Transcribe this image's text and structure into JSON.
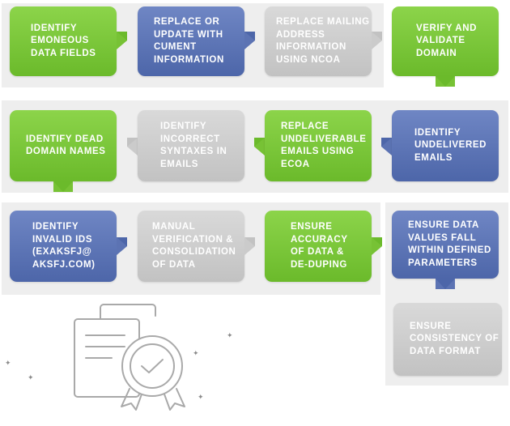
{
  "steps": [
    {
      "id": "identify-erroneous",
      "label": "IDENTIFY\nEMONEOUS\nDATA FIELDS",
      "color": "green"
    },
    {
      "id": "replace-update",
      "label": "REPLACE OR\nUPDATE WITH\nCUMENT\nINFORMATION",
      "color": "blue"
    },
    {
      "id": "replace-mailing",
      "label": "REPLACE MAILING\nADDRESS\nINFORMATION\nUSING NCOA",
      "color": "gray"
    },
    {
      "id": "verify-domain",
      "label": "VERIFY AND\nVALIDATE\nDOMAIN",
      "color": "green"
    },
    {
      "id": "identify-dead-domains",
      "label": "IDENTIFY DEAD\nDOMAIN NAMES",
      "color": "green"
    },
    {
      "id": "identify-incorrect-syntax",
      "label": "IDENTIFY\nINCORRECT\nSYNTAXES IN\nEMAILS",
      "color": "gray"
    },
    {
      "id": "replace-undeliverable",
      "label": "REPLACE\nUNDELIVERABLE\nEMAILS USING\nECOA",
      "color": "green"
    },
    {
      "id": "identify-undelivered",
      "label": "IDENTIFY\nUNDELIVERED\nEMAILS",
      "color": "blue"
    },
    {
      "id": "identify-invalid-ids",
      "label": "IDENTIFY\nINVALID IDS\n(EXAKSFJ@\nAKSFJ.COM)",
      "color": "blue"
    },
    {
      "id": "manual-verification",
      "label": "MANUAL\nVERIFICATION &\nCONSOLIDATION\nOF DATA",
      "color": "gray"
    },
    {
      "id": "ensure-accuracy",
      "label": "ENSURE\nACCURACY\nOF DATA &\nDE-DUPING",
      "color": "green"
    },
    {
      "id": "ensure-values",
      "label": "ENSURE DATA\nVALUES FALL\nWITHIN DEFINED\nPARAMETERS",
      "color": "blue"
    },
    {
      "id": "ensure-consistency",
      "label": "ENSURE\nCONSISTENCY OF\nDATA FORMAT",
      "color": "gray"
    }
  ],
  "icons": {
    "illustration": "document-verification-icon",
    "sparkles": "sparkle-icon"
  },
  "colors": {
    "green": "#7ac63a",
    "blue": "#5a71b2",
    "gray": "#cfcfcf",
    "band": "#eeeeee"
  }
}
